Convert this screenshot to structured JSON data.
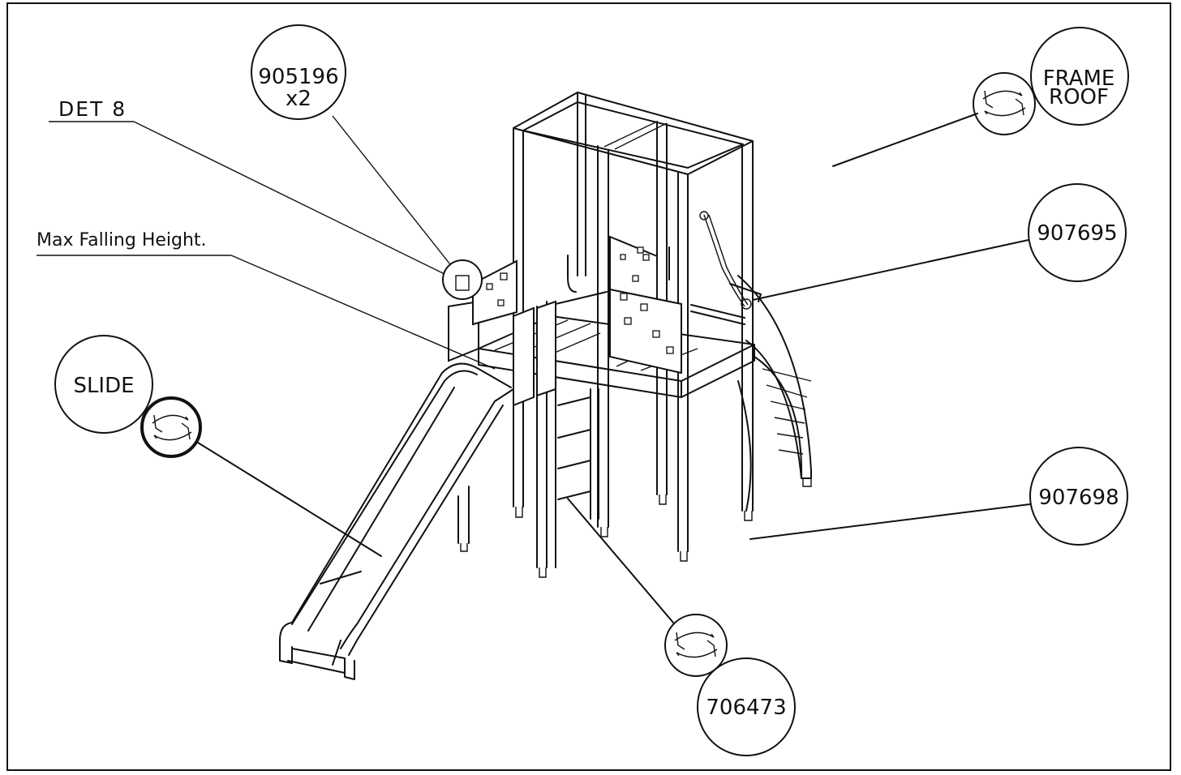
{
  "callouts": {
    "part_905196": "905196",
    "part_905196_qty": "x2",
    "det_label": "DET 8",
    "max_falling_height": "Max Falling Height.",
    "slide": "SLIDE",
    "frame": "FRAME",
    "roof": "ROOF",
    "part_907695": "907695",
    "part_907698": "907698",
    "part_706473": "706473"
  },
  "icons": {
    "rotate_view": "rotate-view-icon"
  }
}
